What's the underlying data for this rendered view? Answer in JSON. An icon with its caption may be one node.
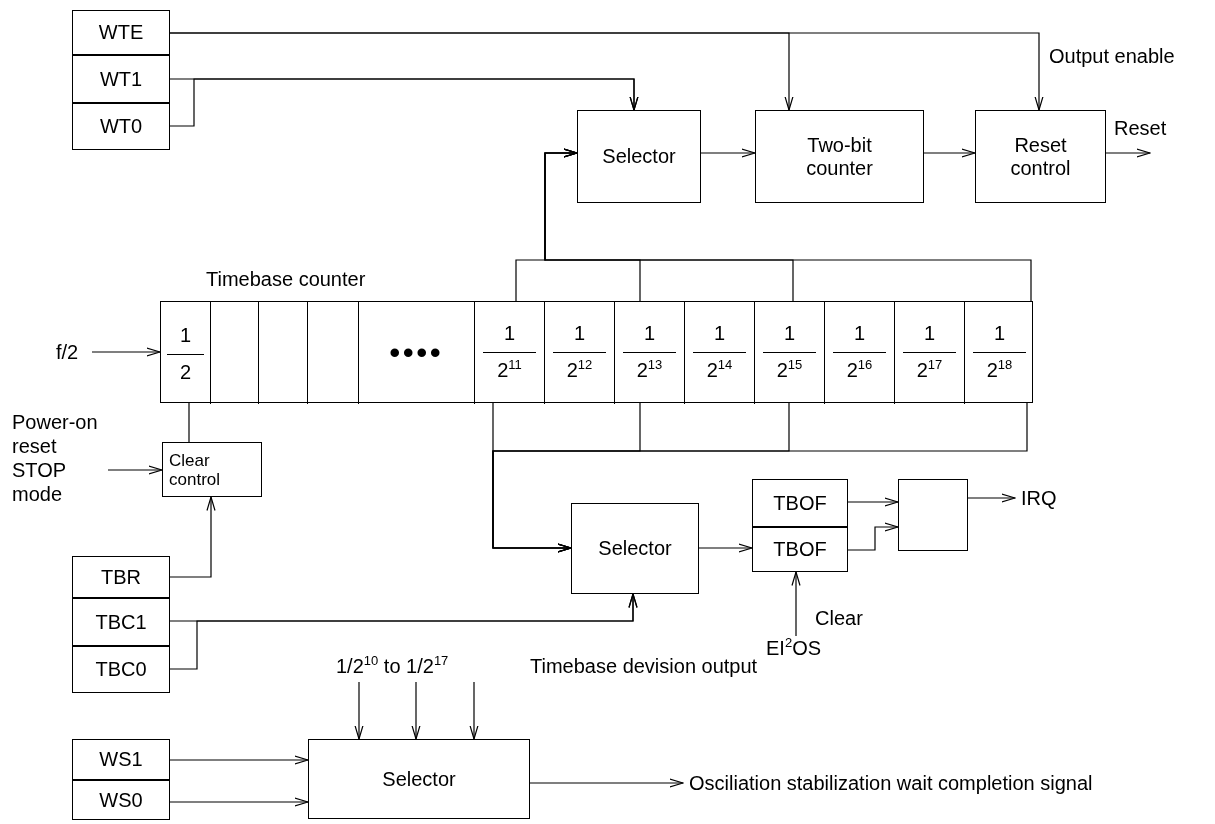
{
  "diagram": {
    "nodes": [
      {
        "text": [
          "WTE"
        ]
      },
      {
        "text": [
          "WT1"
        ]
      },
      {
        "text": [
          "WT0"
        ]
      },
      {
        "text": [
          "Selector"
        ]
      },
      {
        "text": [
          "Two-bit counter"
        ]
      },
      {
        "text": [
          "Reset control"
        ]
      },
      {
        "text": [
          "Timebase counter"
        ]
      },
      {
        "text": [
          "1",
          "2"
        ],
        "in": 6
      },
      {
        "text": [],
        "shape": "box",
        "in": 6
      },
      {
        "text": [],
        "shape": "box",
        "in": 6
      },
      {
        "text": [],
        "shape": "box",
        "in": 6
      },
      {
        "text": [
          "••••"
        ],
        "in": 6
      },
      {
        "text": [
          "1",
          "2$^{11}$"
        ],
        "in": 6
      },
      {
        "text": [
          "1",
          "2$^{12}$"
        ],
        "in": 6
      },
      {
        "text": [
          "1",
          "2$^{13}$"
        ],
        "in": 6
      },
      {
        "text": [
          "1",
          "2$^{14}$"
        ],
        "in": 6
      },
      {
        "text": [
          "1",
          "2$^{15}$"
        ],
        "in": 6
      },
      {
        "text": [
          "1",
          "2$^{16}$"
        ],
        "in": 6
      },
      {
        "text": [
          "1",
          "2$^{17}$"
        ],
        "in": 6
      },
      {
        "text": [
          "1",
          "2$^{18}$"
        ],
        "in": 6
      },
      {
        "text": [
          "f/2"
        ]
      },
      {
        "text": [
          "Power-on reset STOP mode"
        ]
      },
      {
        "text": [
          "Clear control"
        ]
      },
      {
        "text": [
          "TBR"
        ]
      },
      {
        "text": [
          "TBC1"
        ]
      },
      {
        "text": [
          "TBC0"
        ]
      },
      {
        "text": [
          "Selector"
        ]
      },
      {
        "text": [
          "TBOF"
        ]
      },
      {
        "text": [
          "TBOF"
        ]
      },
      {
        "text": [],
        "shape": "box"
      },
      {
        "text": [
          "IRQ"
        ]
      },
      {
        "text": [
          "EI$^{2}$OS"
        ]
      },
      {
        "text": [
          "1/2$^{10}$ to 1/2$^{17}$"
        ]
      },
      {
        "text": [
          "Selector"
        ]
      },
      {
        "text": [
          "WS1"
        ]
      },
      {
        "text": [
          "WS0"
        ]
      },
      {
        "text": [
          "Osciliation stabilization wait completion signal"
        ]
      }
    ],
    "edges": [
      {
        "from": 0,
        "to": 4,
        "arrow": "to"
      },
      {
        "from": 0,
        "to": 5,
        "arrow": "to"
      },
      {
        "from": 1,
        "to": 3,
        "arrow": "to"
      },
      {
        "from": 2,
        "to": 3,
        "arrow": "to"
      },
      {
        "from": 3,
        "to": 4,
        "arrow": "to"
      },
      {
        "from": 4,
        "to": 5,
        "arrow": "to"
      },
      {
        "from": 5,
        "to": null,
        "arrow": "to",
        "label": "Reset"
      },
      {
        "from": 12,
        "to": 3,
        "arrow": "to"
      },
      {
        "from": 14,
        "to": 3,
        "arrow": "to"
      },
      {
        "from": 16,
        "to": 3,
        "arrow": "to"
      },
      {
        "from": 19,
        "to": 3,
        "arrow": "to"
      },
      {
        "from": 20,
        "to": 7,
        "arrow": "to"
      },
      {
        "from": 7,
        "to": 22,
        "arrow": "none"
      },
      {
        "from": 21,
        "to": 22,
        "arrow": "to"
      },
      {
        "from": 23,
        "to": 22,
        "arrow": "to"
      },
      {
        "from": 12,
        "to": 26,
        "arrow": "to"
      },
      {
        "from": 14,
        "to": 26,
        "arrow": "to"
      },
      {
        "from": 16,
        "to": 26,
        "arrow": "to"
      },
      {
        "from": 19,
        "to": 26,
        "arrow": "to"
      },
      {
        "from": 24,
        "to": 26,
        "arrow": "to"
      },
      {
        "from": 25,
        "to": 26,
        "arrow": "to"
      },
      {
        "from": 26,
        "to": 28,
        "arrow": "to"
      },
      {
        "from": 27,
        "to": 29,
        "arrow": "to"
      },
      {
        "from": 28,
        "to": 29,
        "arrow": "to"
      },
      {
        "from": 29,
        "to": 30,
        "arrow": "to"
      },
      {
        "from": 31,
        "to": 28,
        "arrow": "to"
      },
      {
        "from": 32,
        "to": 33,
        "arrow": "to"
      },
      {
        "from": 32,
        "to": 33,
        "arrow": "to"
      },
      {
        "from": 32,
        "to": 33,
        "arrow": "to"
      },
      {
        "from": 34,
        "to": 33,
        "arrow": "to"
      },
      {
        "from": 35,
        "to": 33,
        "arrow": "to"
      },
      {
        "from": 33,
        "to": 36,
        "arrow": "to"
      }
    ],
    "labels": [
      "Output enable",
      "Clear",
      "Timebase devision output"
    ]
  }
}
